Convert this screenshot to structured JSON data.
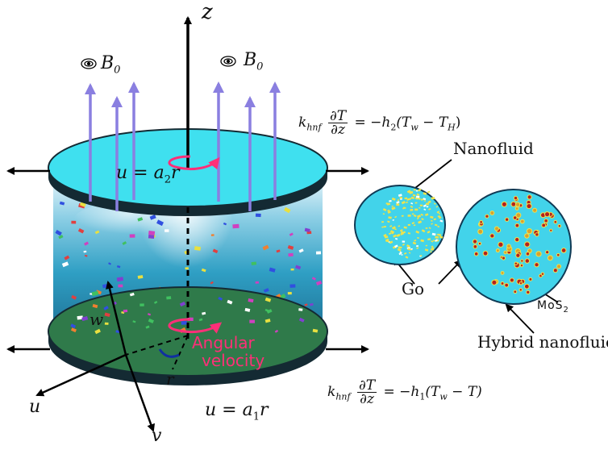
{
  "axes": {
    "z": "z",
    "u": "u",
    "v": "v",
    "w": "w",
    "r": "r"
  },
  "magnetic": {
    "left": "B",
    "right": "B",
    "subscript": "0"
  },
  "top_disk": {
    "velocity_label": "u = a",
    "velocity_sub": "2",
    "velocity_tail": "r"
  },
  "bottom_disk": {
    "velocity_label": "u = a",
    "velocity_sub": "1",
    "velocity_tail": "r"
  },
  "angular_velocity": {
    "line1": "Angular",
    "line2": "velocity"
  },
  "bc_top": {
    "k": "k",
    "k_sub": "hnf",
    "num": "∂T",
    "den": "∂z",
    "rhs_pre": "= −h",
    "h_sub": "2",
    "rhs_mid": "(T",
    "tw_sub": "w",
    "rhs_minus": " − T",
    "th_sub": "H",
    "rhs_end": ")"
  },
  "bc_bottom": {
    "k": "k",
    "k_sub": "hnf",
    "num": "∂T",
    "den": "∂z",
    "rhs_pre": "= −h",
    "h_sub": "1",
    "rhs_mid": "(T",
    "tw_sub": "w",
    "rhs_end": " − T)"
  },
  "legend": {
    "nanofluid": "Nanofluid",
    "go": "Go",
    "mos2": "MoS",
    "mos2_sub": "2",
    "hybrid": "Hybrid nanofluid"
  },
  "colors": {
    "top_disk": "#3fe0ef",
    "bottom_disk": "#2f7a4a",
    "disk_edge": "#142a33",
    "field_arrow": "#8a7fe0",
    "rotation": "#ff2f78",
    "particle_go": "#f0e34a",
    "particle_mos2": "#b32020",
    "fluid": "#2aa6c8"
  }
}
